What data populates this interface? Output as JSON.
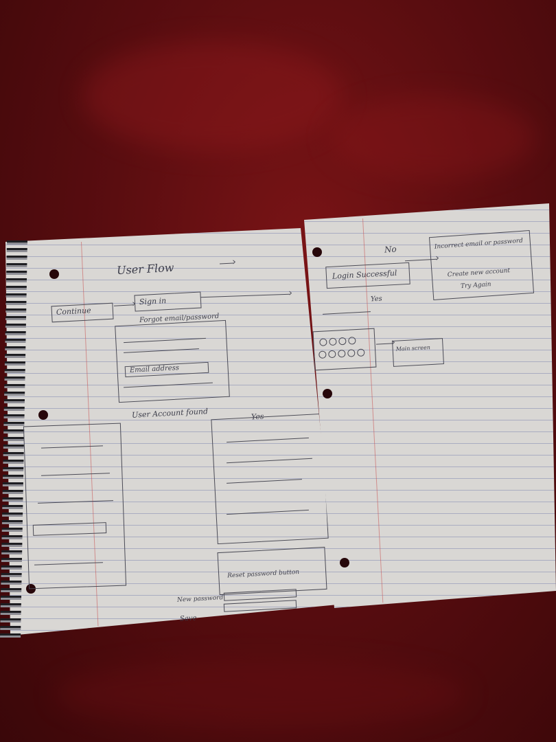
{
  "notebook": {
    "title": "User Flow",
    "left_start": "Continue",
    "sign_in": "Sign in",
    "forgot_email": "Forgot email/password",
    "email_address": "Email address",
    "user_account_found": "User Account found",
    "yes": "Yes",
    "new_password": "New password",
    "save": "Save",
    "reset_button": "Reset password button"
  },
  "right_page": {
    "login_success": "Login Successful",
    "no": "No",
    "yes": "Yes",
    "incorrect_note": "Incorrect email or password",
    "create_account": "Create new account",
    "try_again": "Try Again",
    "next_screen": "Main screen"
  }
}
